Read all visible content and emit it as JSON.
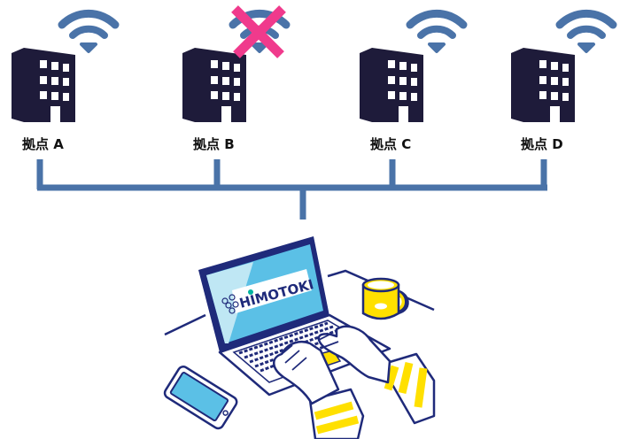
{
  "sites": [
    {
      "label": "拠点 A",
      "wifi": "connected"
    },
    {
      "label": "拠点 B",
      "wifi": "disconnected"
    },
    {
      "label": "拠点 C",
      "wifi": "connected"
    },
    {
      "label": "拠点 D",
      "wifi": "connected"
    }
  ],
  "laptop": {
    "logo_text": "HIMOTOKI"
  },
  "colors": {
    "building": "#1e1b3a",
    "wifi": "#4a73a8",
    "network_line": "#4a73a8",
    "disconnect_mark": "#f03a8c",
    "laptop_outline": "#1f2a7a",
    "screen": "#5bc0e6",
    "mug": "#ffe000"
  },
  "icons": [
    "building-icon",
    "wifi-icon",
    "disconnected-icon",
    "laptop-icon",
    "smartphone-icon",
    "mug-icon",
    "hands-icon"
  ]
}
